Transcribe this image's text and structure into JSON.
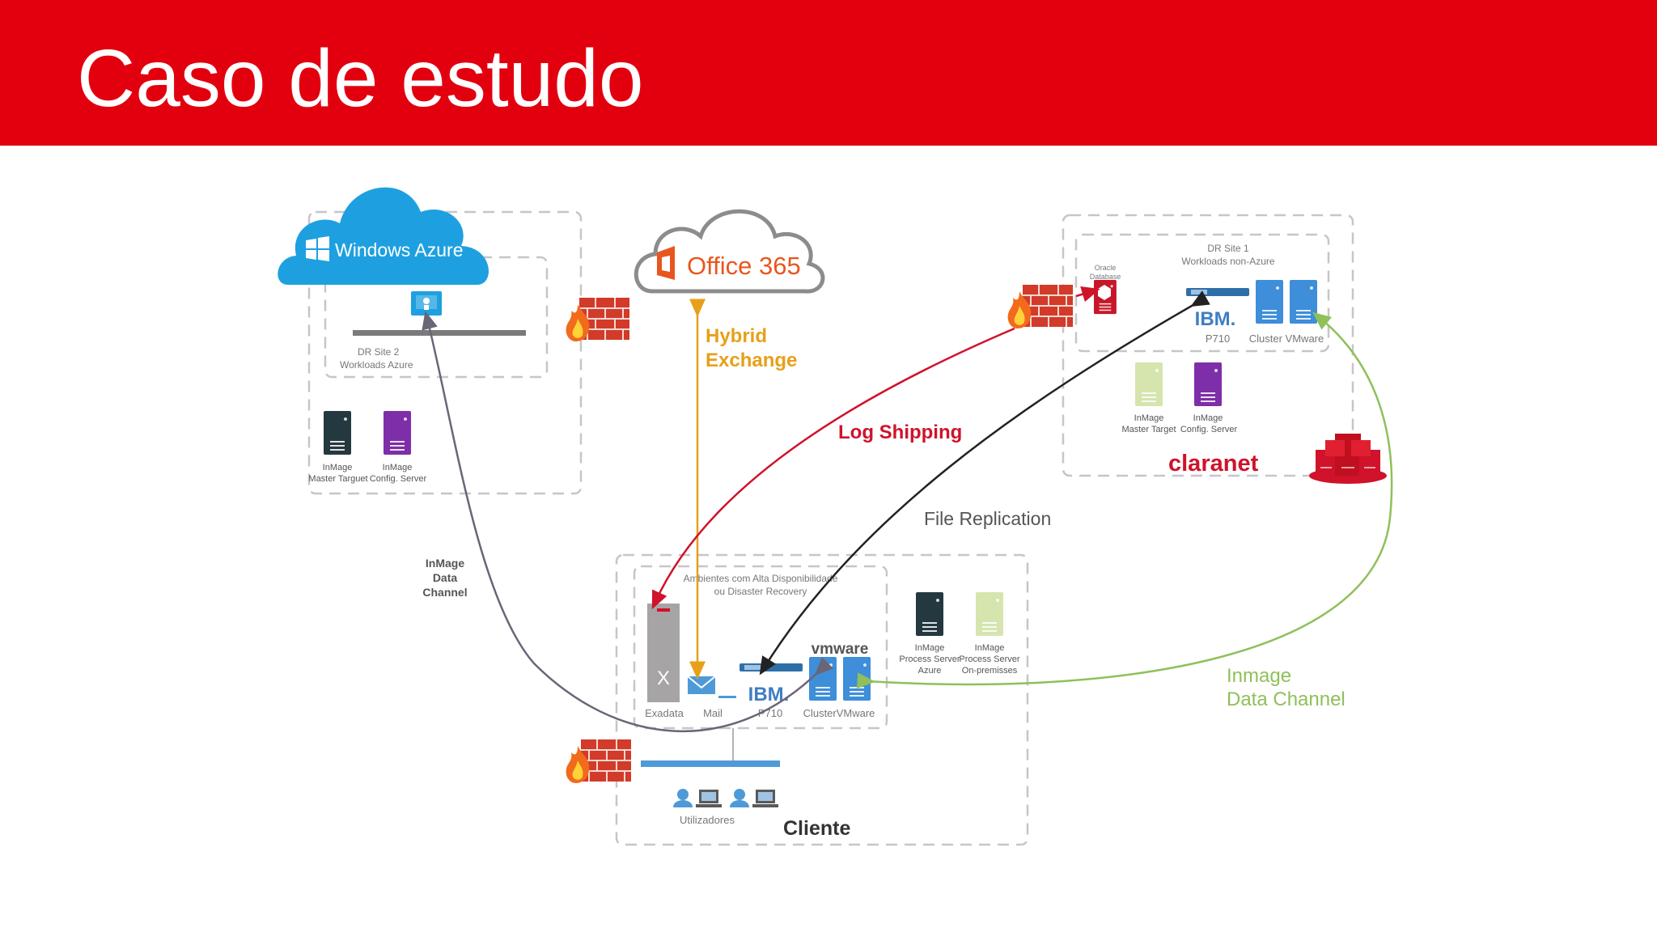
{
  "header": {
    "title": "Caso de estudo"
  },
  "colors": {
    "header_red": "#e2000f",
    "azure_blue": "#1ea0e0",
    "log_red": "#d0122b",
    "hybrid_orange": "#e6a01a",
    "inmage_green": "#8fc05a"
  },
  "azure": {
    "cloud_label": "Windows Azure",
    "dr_site_line1": "DR Site 2",
    "dr_site_line2": "Workloads Azure",
    "server1_line1": "InMage",
    "server1_line2": "Master Targuet",
    "server2_line1": "InMage",
    "server2_line2": "Config. Server"
  },
  "office": {
    "label": "Office 365"
  },
  "links": {
    "hybrid_line1": "Hybrid",
    "hybrid_line2": "Exchange",
    "log_shipping": "Log Shipping",
    "file_replication": "File Replication",
    "inmage_left_line1": "InMage",
    "inmage_left_line2": "Data",
    "inmage_left_line3": "Channel",
    "inmage_right_line1": "Inmage",
    "inmage_right_line2": "Data Channel"
  },
  "claranet": {
    "brand": "claranet",
    "dr_site_line1": "DR Site 1",
    "dr_site_line2": "Workloads non-Azure",
    "oracle_line1": "Oracle",
    "oracle_line2": "Database",
    "ibm_label": "IBM.",
    "p710_label": "P710",
    "cluster_label": "Cluster VMware",
    "server1_line1": "InMage",
    "server1_line2": "Master Target",
    "server2_line1": "InMage",
    "server2_line2": "Config. Server"
  },
  "cliente": {
    "title": "Cliente",
    "ha_line1": "Ambientes com Alta Disponibilidade",
    "ha_line2": "ou Disaster Recovery",
    "exadata_label": "Exadata",
    "mail_label": "Mail",
    "ibm_label": "IBM.",
    "p710_label": "P710",
    "cluster_label": "ClusterVMware",
    "vmware_label": "vmware",
    "ps_azure_line1": "InMage",
    "ps_azure_line2": "Process Server",
    "ps_azure_line3": "Azure",
    "ps_onprem_line1": "InMage",
    "ps_onprem_line2": "Process Server",
    "ps_onprem_line3": "On-premisses",
    "users_label": "Utilizadores"
  }
}
